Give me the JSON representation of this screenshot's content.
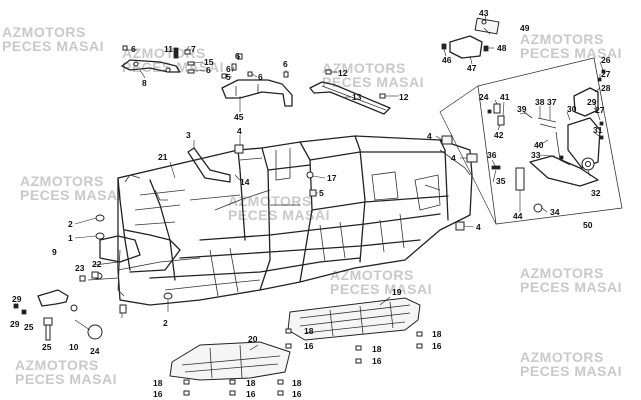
{
  "watermark": {
    "line1": "AZMOTORS",
    "line2": "PECES MASAI"
  },
  "callouts": [
    "1",
    "2",
    "3",
    "4",
    "5",
    "6",
    "7",
    "8",
    "9",
    "10",
    "11",
    "12",
    "13",
    "14",
    "15",
    "16",
    "17",
    "18",
    "19",
    "20",
    "21",
    "22",
    "23",
    "24",
    "25",
    "26",
    "27",
    "28",
    "29",
    "30",
    "31",
    "32",
    "33",
    "34",
    "35",
    "36",
    "37",
    "38",
    "39",
    "40",
    "41",
    "42",
    "43",
    "44",
    "45",
    "46",
    "47",
    "48",
    "49",
    "50"
  ]
}
